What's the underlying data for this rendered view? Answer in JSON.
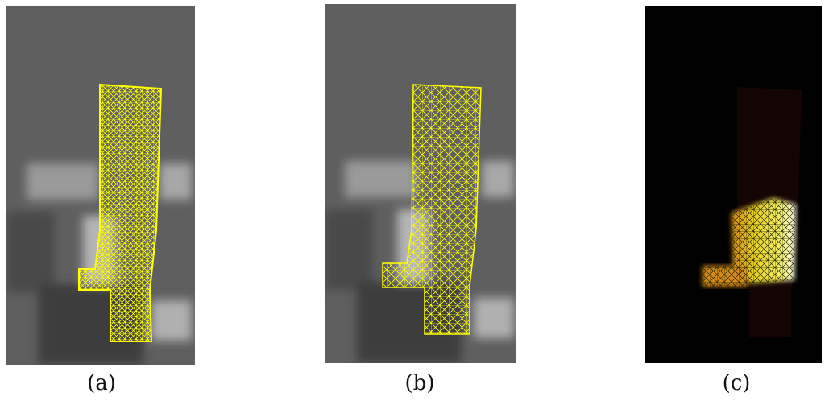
{
  "figure": {
    "panels": [
      {
        "id": "a",
        "caption": "(a)"
      },
      {
        "id": "b",
        "caption": "(b)"
      },
      {
        "id": "c",
        "caption": "(c)"
      }
    ],
    "colors": {
      "mesh": "#ffff00",
      "background_gray": "#5a5a5a",
      "background_black": "#000000",
      "heat_orange": "#e08a10"
    }
  }
}
